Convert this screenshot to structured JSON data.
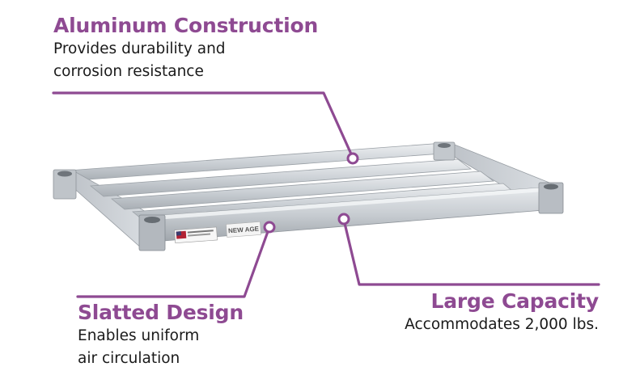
{
  "theme": {
    "accent": "#8e4a92",
    "text": "#1a1a1a",
    "metal": "#c9ced3"
  },
  "product": {
    "brand_label": "NEW AGE"
  },
  "callouts": {
    "aluminum": {
      "title": "Aluminum Construction",
      "description_lines": [
        "Provides durability and",
        "corrosion resistance"
      ]
    },
    "slatted": {
      "title": "Slatted Design",
      "description_lines": [
        "Enables uniform",
        "air circulation"
      ]
    },
    "capacity": {
      "title": "Large Capacity",
      "description_lines": [
        "Accommodates 2,000 lbs."
      ]
    }
  }
}
